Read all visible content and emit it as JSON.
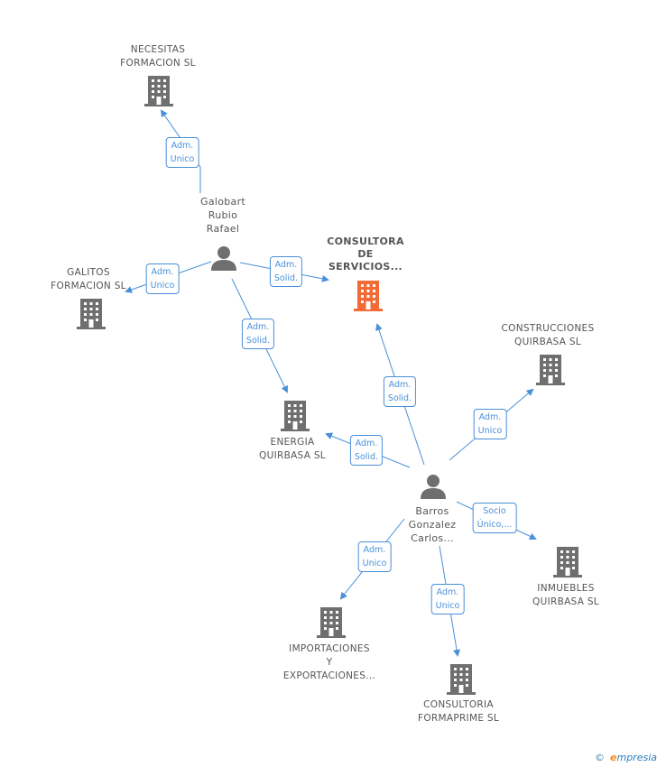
{
  "nodes": {
    "necesitas": "NECESITAS\nFORMACION SL",
    "galitos": "GALITOS\nFORMACION SL",
    "consultora": "CONSULTORA\nDE\nSERVICIOS...",
    "energia": "ENERGIA\nQUIRBASA SL",
    "construcciones": "CONSTRUCCIONES\nQUIRBASA SL",
    "inmuebles": "INMUEBLES\nQUIRBASA SL",
    "importaciones": "IMPORTACIONES\nY\nEXPORTACIONES...",
    "formaprime": "CONSULTORIA\nFORMAPRIME SL",
    "galobart": "Galobart\nRubio\nRafael",
    "barros": "Barros\nGonzalez\nCarlos..."
  },
  "edges": {
    "galobart_necesitas": "Adm.\nUnico",
    "galobart_galitos": "Adm.\nUnico",
    "galobart_consultora": "Adm.\nSolid.",
    "galobart_energia": "Adm.\nSolid.",
    "barros_consultora": "Adm.\nSolid.",
    "barros_energia": "Adm.\nSolid.",
    "barros_construcciones": "Adm.\nUnico",
    "barros_inmuebles": "Socio\nÚnico,...",
    "barros_importaciones": "Adm.\nUnico",
    "barros_formaprime": "Adm.\nUnico"
  },
  "colors": {
    "edge": "#4a90d9",
    "building": "#6f6f6f",
    "focus_building": "#f26a35",
    "person": "#6f6f6f"
  },
  "footer": {
    "copyright": "©",
    "brand_e": "e",
    "brand_rest": "mpresia"
  }
}
